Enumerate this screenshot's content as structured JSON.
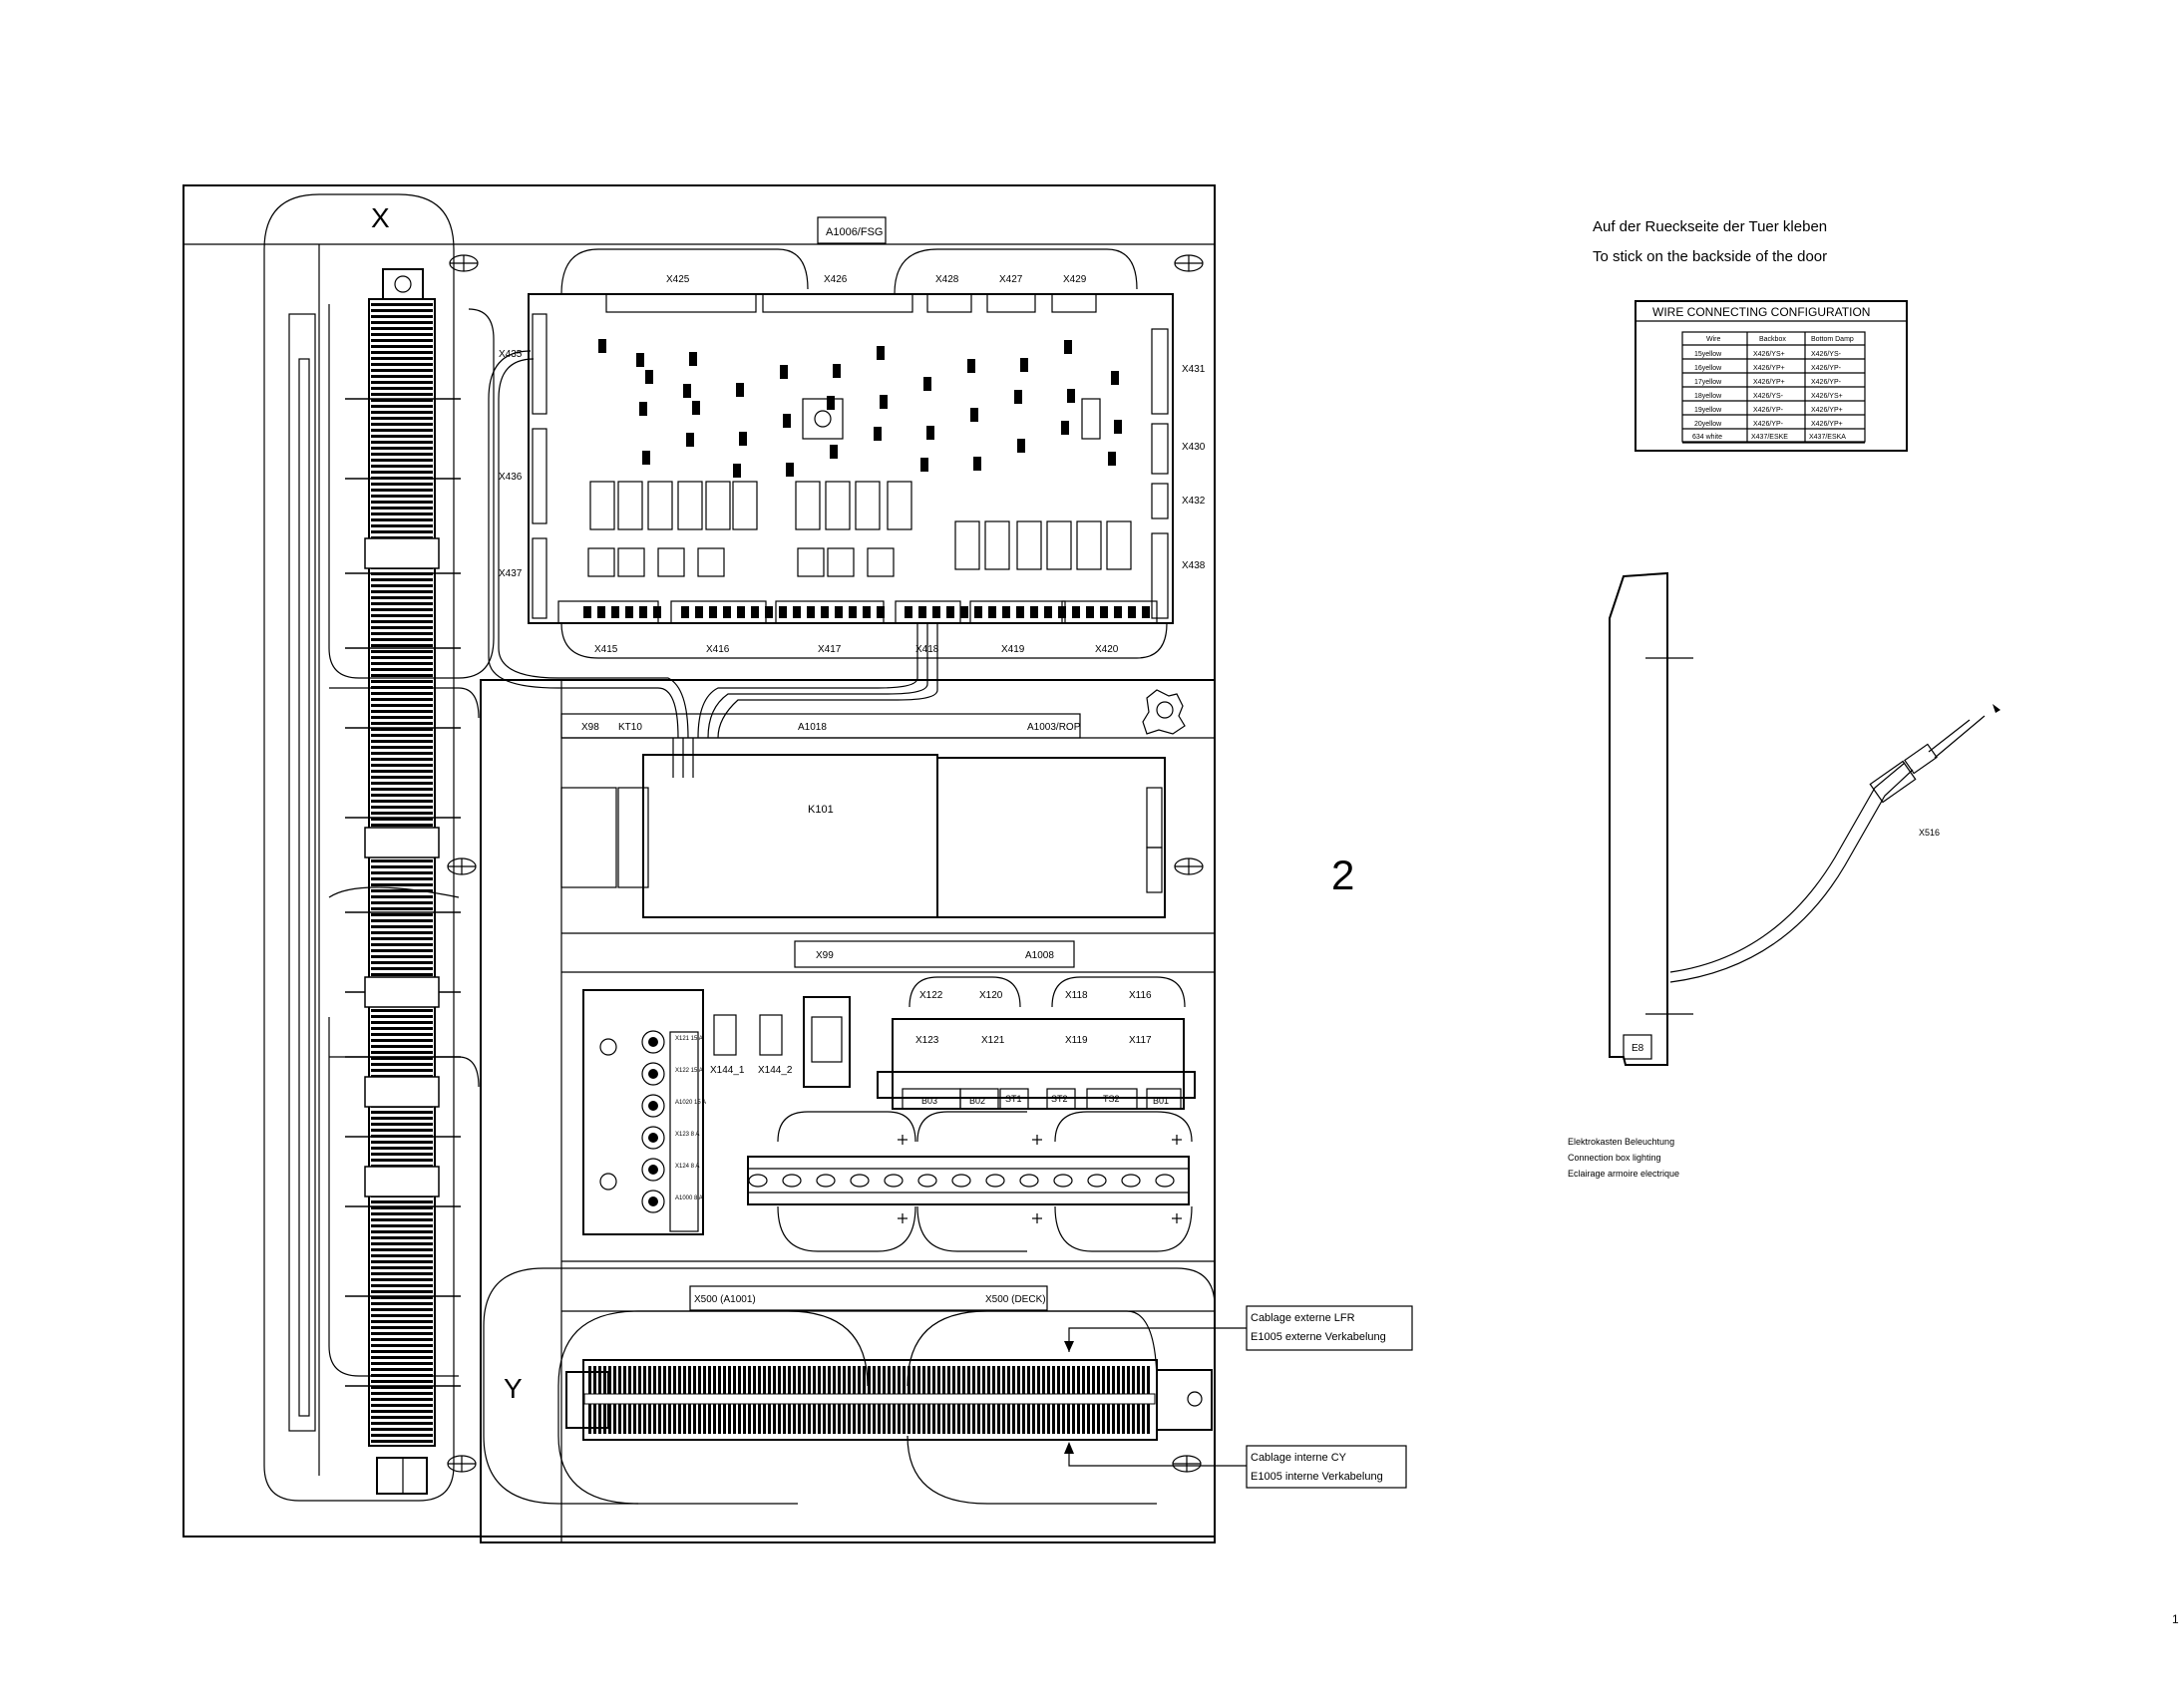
{
  "cabinet": {
    "frame_x_label": "X",
    "frame_y_label": "Y",
    "frame_2_label": "2"
  },
  "top_board": {
    "label": "A1006/FSG",
    "connectors_top": [
      "X425",
      "X426",
      "X428",
      "X427",
      "X429"
    ],
    "connectors_left": [
      "X435",
      "X436",
      "X437"
    ],
    "connectors_right": [
      "X431",
      "X430",
      "X432",
      "X438"
    ],
    "connectors_bottom": [
      "X415",
      "X416",
      "X417",
      "X418",
      "X419",
      "X420"
    ]
  },
  "rail_labels": {
    "row1": [
      "X98",
      "KT10",
      "A1018",
      "A1003/ROP"
    ],
    "row2": [
      "X99",
      "A1008"
    ]
  },
  "middle_board": {
    "relay_label": "K101"
  },
  "lower_area": {
    "plugs": [
      "X144_1",
      "X144_2"
    ],
    "fuse_labels": [
      "X121 15 A",
      "X122 15 A",
      "A1020 15 A",
      "X123 8 A",
      "X124 8 A",
      "A1000 8 A"
    ],
    "top_connectors": [
      "X122",
      "X120",
      "X118",
      "X116"
    ],
    "bottom_connectors": [
      "X123",
      "X121",
      "X119",
      "X117"
    ],
    "slot_labels": [
      "B03",
      "B02",
      "ST1",
      "ST2",
      "TS2",
      "B01"
    ]
  },
  "terminal_y": {
    "left_label": "X500 (A1001)",
    "right_label": "X500 (DECK)"
  },
  "callouts": {
    "external": [
      "Cablage externe LFR",
      "E1005 externe Verkabelung"
    ],
    "internal": [
      "Cablage interne CY",
      "E1005 interne Verkabelung"
    ]
  },
  "door_note": {
    "line1": "Auf der Rueckseite der Tuer kleben",
    "line2": "To stick on the backside of the door"
  },
  "wire_table": {
    "title": "WIRE CONNECTING CONFIGURATION",
    "headers": [
      "Wire",
      "Backbox",
      "Bottom Damp"
    ],
    "rows": [
      [
        "15yellow",
        "X426/YS+",
        "X426/YS-"
      ],
      [
        "16yellow",
        "X426/YP+",
        "X426/YP-"
      ],
      [
        "17yellow",
        "X426/YP+",
        "X426/YP-"
      ],
      [
        "18yellow",
        "X426/YS-",
        "X426/YS+"
      ],
      [
        "19yellow",
        "X426/YP-",
        "X426/YP+"
      ],
      [
        "20yellow",
        "X426/YP-",
        "X426/YP+"
      ],
      [
        "634 white",
        "X437/ESKE",
        "X437/ESKA"
      ]
    ]
  },
  "lamp": {
    "connector": "X516",
    "box_label": "E8",
    "captions": [
      "Elektrokasten Beleuchtung",
      "Connection box lighting",
      "Eclairage armoire electrique"
    ]
  },
  "page_number": "1"
}
